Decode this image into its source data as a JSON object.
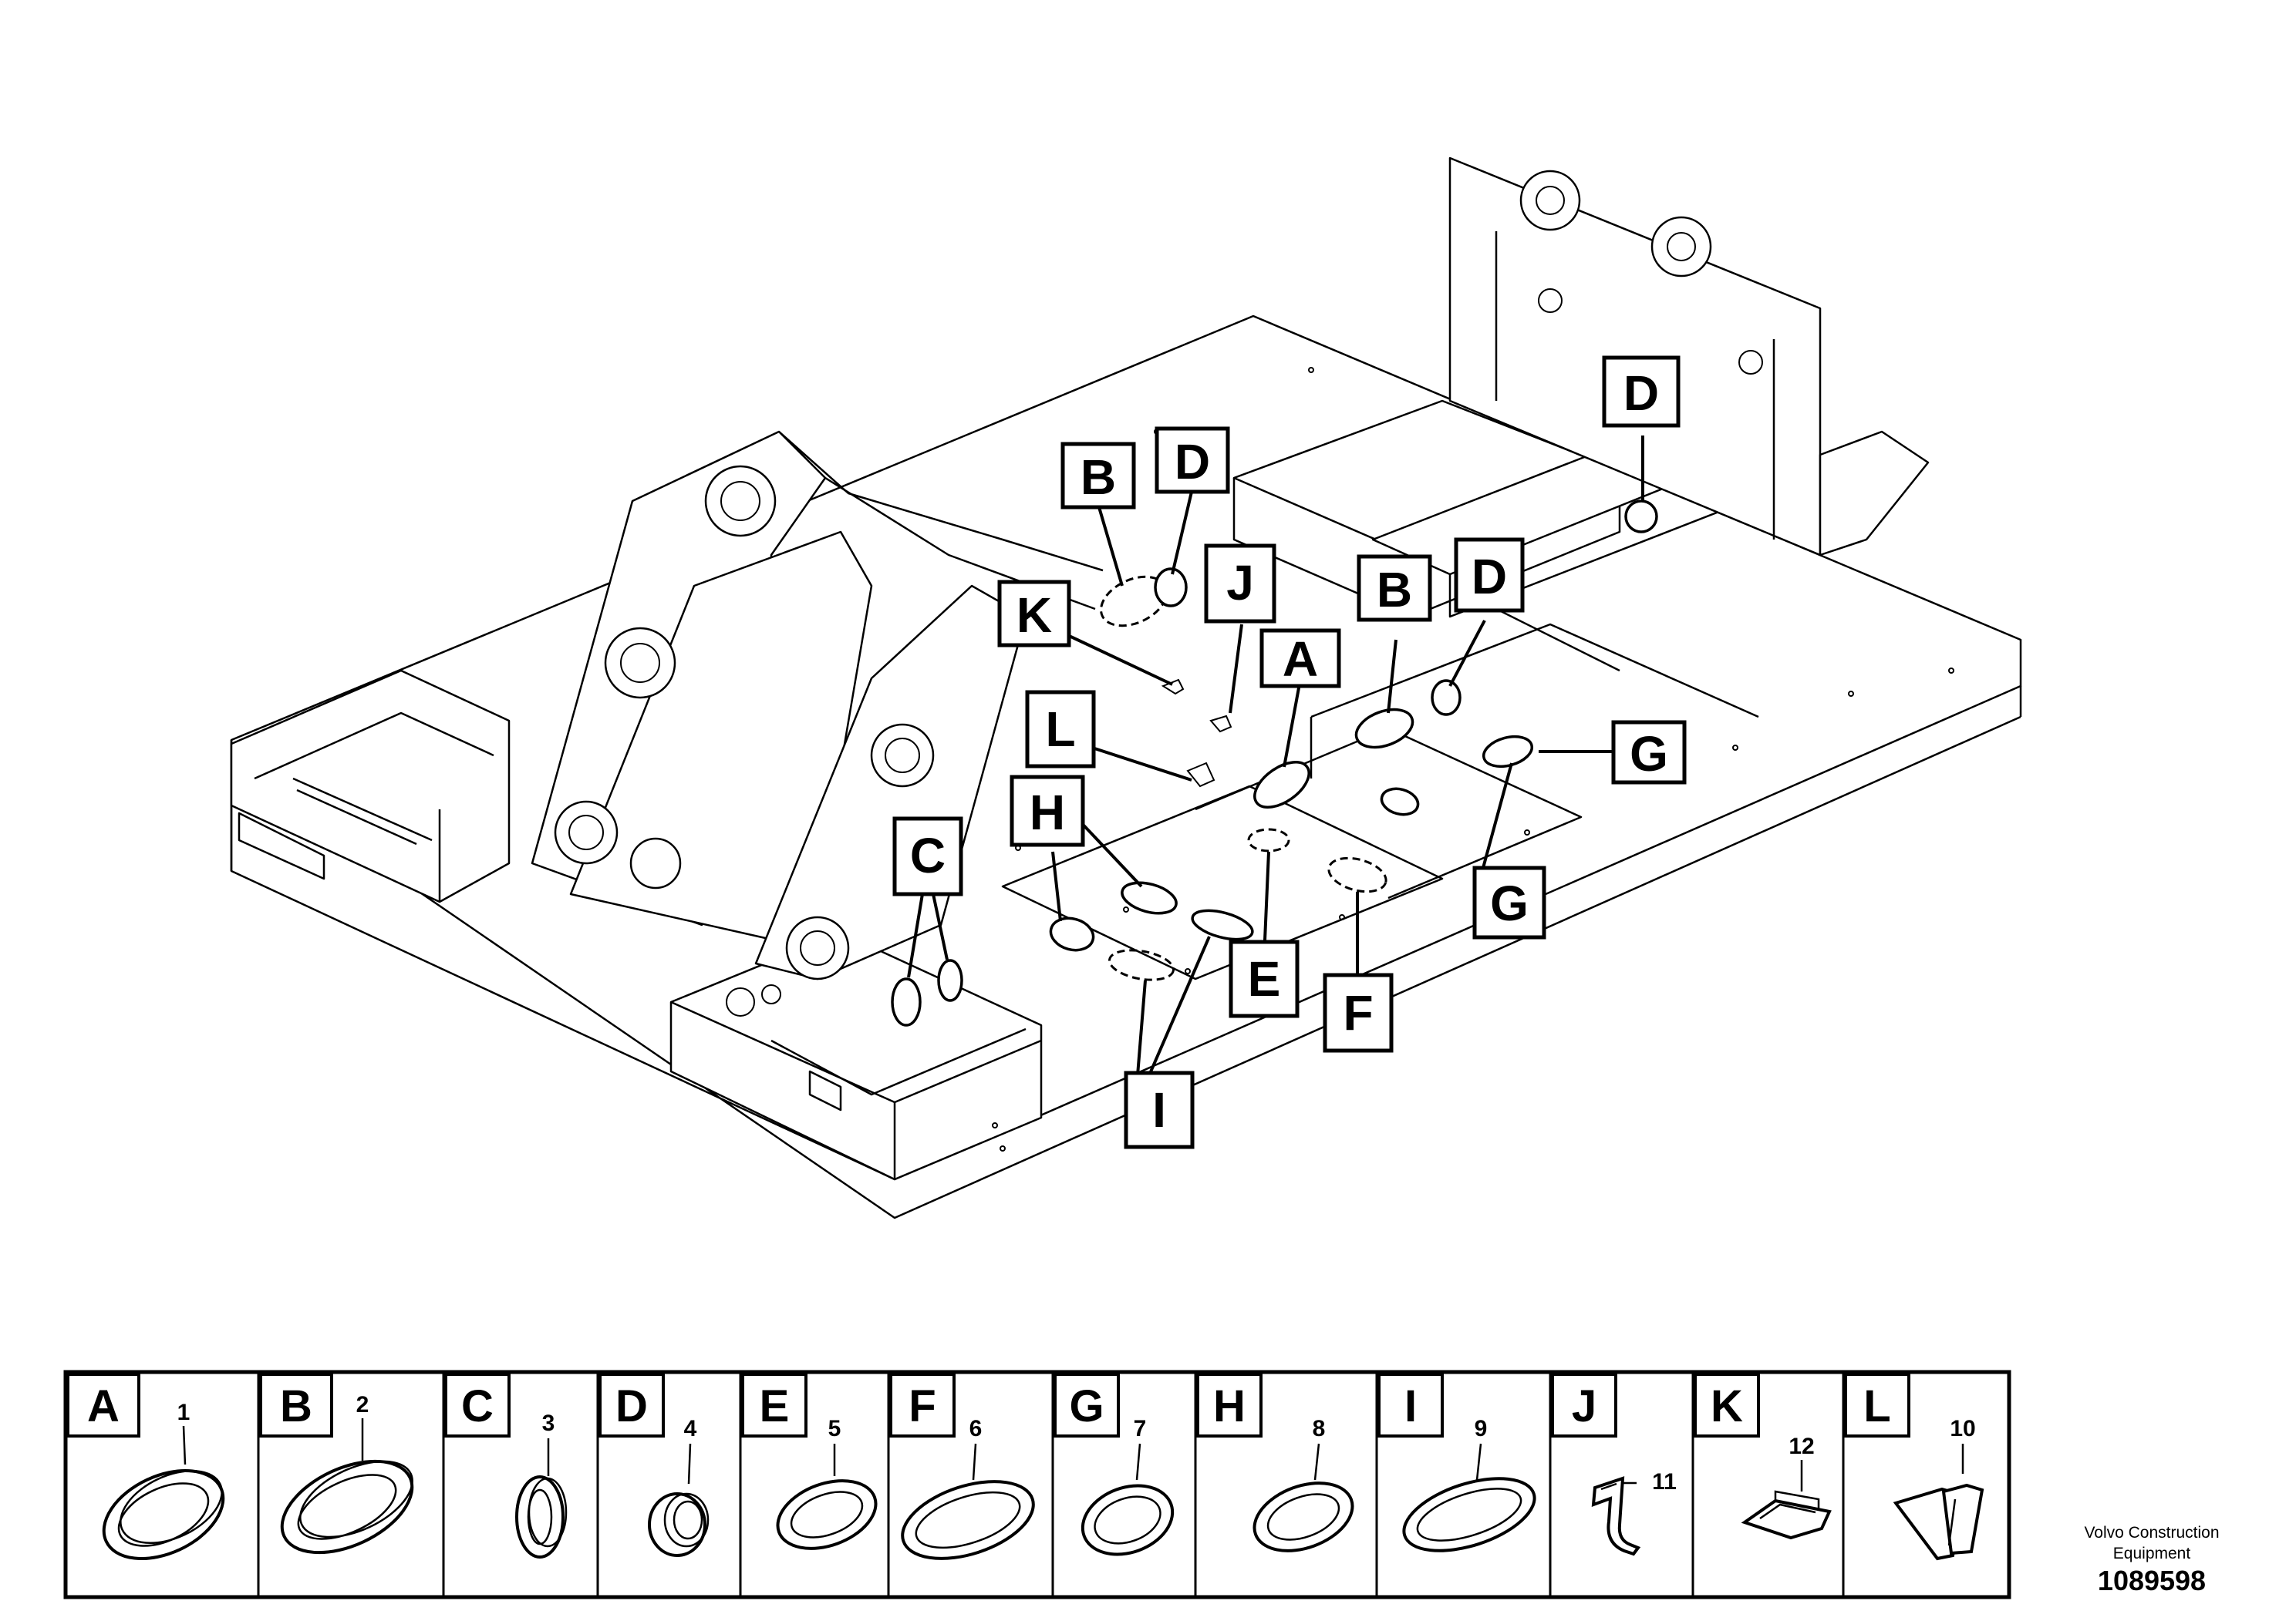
{
  "diagram": {
    "callouts": [
      "A",
      "B",
      "C",
      "D",
      "E",
      "F",
      "G",
      "H",
      "I",
      "J",
      "K",
      "L"
    ],
    "legend": [
      {
        "letter": "A",
        "part": "1",
        "icon": "oval-grommet-icon"
      },
      {
        "letter": "B",
        "part": "2",
        "icon": "oval-grommet-icon"
      },
      {
        "letter": "C",
        "part": "3",
        "icon": "narrow-grommet-icon"
      },
      {
        "letter": "D",
        "part": "4",
        "icon": "round-grommet-icon"
      },
      {
        "letter": "E",
        "part": "5",
        "icon": "oval-grommet-icon"
      },
      {
        "letter": "F",
        "part": "6",
        "icon": "long-oval-grommet-icon"
      },
      {
        "letter": "G",
        "part": "7",
        "icon": "oval-grommet-icon"
      },
      {
        "letter": "H",
        "part": "8",
        "icon": "oval-grommet-icon"
      },
      {
        "letter": "I",
        "part": "9",
        "icon": "long-oval-grommet-icon"
      },
      {
        "letter": "J",
        "part": "11",
        "icon": "hose-clip-icon"
      },
      {
        "letter": "K",
        "part": "12",
        "icon": "bracket-clip-icon"
      },
      {
        "letter": "L",
        "part": "10",
        "icon": "edge-clip-icon"
      }
    ]
  },
  "footer": {
    "company": "Volvo Construction Equipment",
    "doc_number": "1089598"
  }
}
